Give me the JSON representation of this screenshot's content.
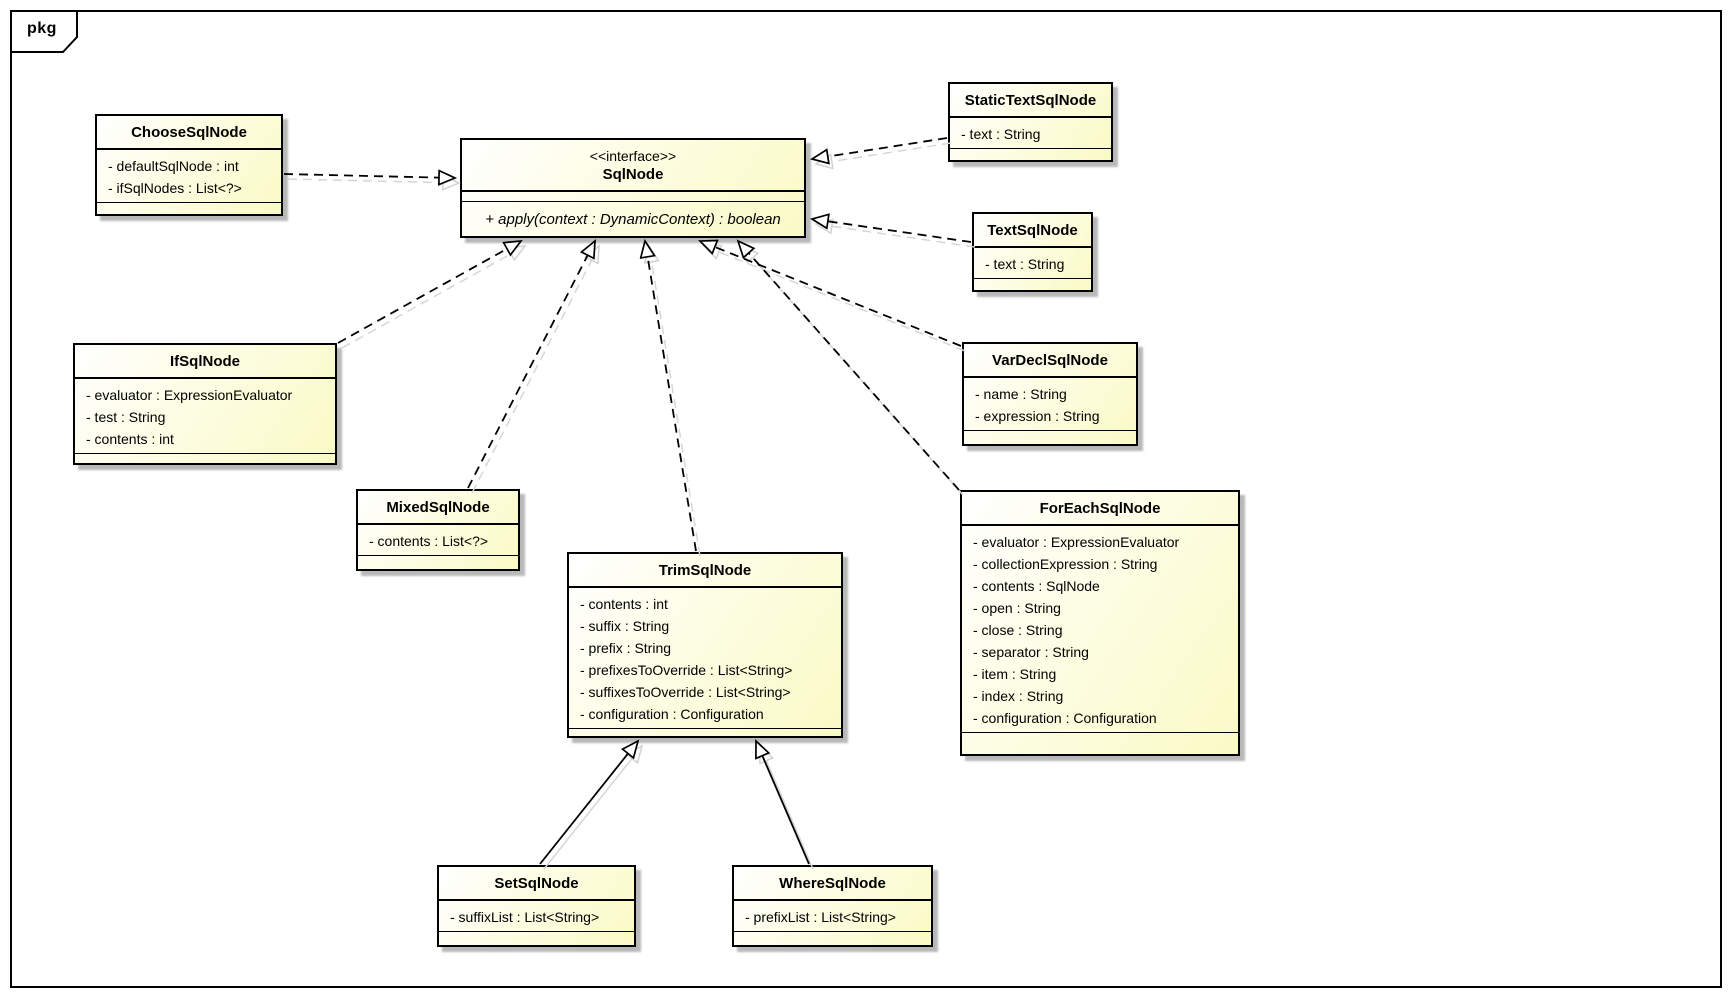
{
  "package_tag": "pkg",
  "classes": [
    {
      "name": "ChooseSqlNode",
      "attributes": [
        "- defaultSqlNode : int",
        "- ifSqlNodes : List<?>"
      ],
      "methods": []
    },
    {
      "name": "SqlNode",
      "stereotype": "<<interface>>",
      "attributes": [],
      "methods": [
        "+ apply(context : DynamicContext) : boolean"
      ]
    },
    {
      "name": "StaticTextSqlNode",
      "attributes": [
        "- text : String"
      ],
      "methods": []
    },
    {
      "name": "TextSqlNode",
      "attributes": [
        "- text : String"
      ],
      "methods": []
    },
    {
      "name": "IfSqlNode",
      "attributes": [
        "- evaluator : ExpressionEvaluator",
        "- test : String",
        "- contents : int"
      ],
      "methods": []
    },
    {
      "name": "MixedSqlNode",
      "attributes": [
        "- contents : List<?>"
      ],
      "methods": []
    },
    {
      "name": "VarDeclSqlNode",
      "attributes": [
        "- name : String",
        "- expression : String"
      ],
      "methods": []
    },
    {
      "name": "TrimSqlNode",
      "attributes": [
        "- contents : int",
        "- suffix : String",
        "- prefix : String",
        "- prefixesToOverride : List<String>",
        "- suffixesToOverride : List<String>",
        "- configuration : Configuration"
      ],
      "methods": []
    },
    {
      "name": "ForEachSqlNode",
      "attributes": [
        "- evaluator : ExpressionEvaluator",
        "- collectionExpression : String",
        "- contents : SqlNode",
        "- open : String",
        "- close : String",
        "- separator : String",
        "- item : String",
        "- index : String",
        "- configuration : Configuration"
      ],
      "methods": []
    },
    {
      "name": "SetSqlNode",
      "attributes": [
        "- suffixList : List<String>"
      ],
      "methods": []
    },
    {
      "name": "WhereSqlNode",
      "attributes": [
        "- prefixList : List<String>"
      ],
      "methods": []
    }
  ],
  "relations": [
    {
      "from": "ChooseSqlNode",
      "to": "SqlNode",
      "type": "realization"
    },
    {
      "from": "StaticTextSqlNode",
      "to": "SqlNode",
      "type": "realization"
    },
    {
      "from": "TextSqlNode",
      "to": "SqlNode",
      "type": "realization"
    },
    {
      "from": "IfSqlNode",
      "to": "SqlNode",
      "type": "realization"
    },
    {
      "from": "MixedSqlNode",
      "to": "SqlNode",
      "type": "realization"
    },
    {
      "from": "TrimSqlNode",
      "to": "SqlNode",
      "type": "realization"
    },
    {
      "from": "VarDeclSqlNode",
      "to": "SqlNode",
      "type": "realization"
    },
    {
      "from": "ForEachSqlNode",
      "to": "SqlNode",
      "type": "realization"
    },
    {
      "from": "SetSqlNode",
      "to": "TrimSqlNode",
      "type": "generalization"
    },
    {
      "from": "WhereSqlNode",
      "to": "TrimSqlNode",
      "type": "generalization"
    }
  ],
  "colors": {
    "box_fill_light": "#ffffff",
    "box_fill_yellow": "#fafac6",
    "box_border": "#000000",
    "shadow": "#9e9e9e",
    "background": "#ffffff"
  }
}
